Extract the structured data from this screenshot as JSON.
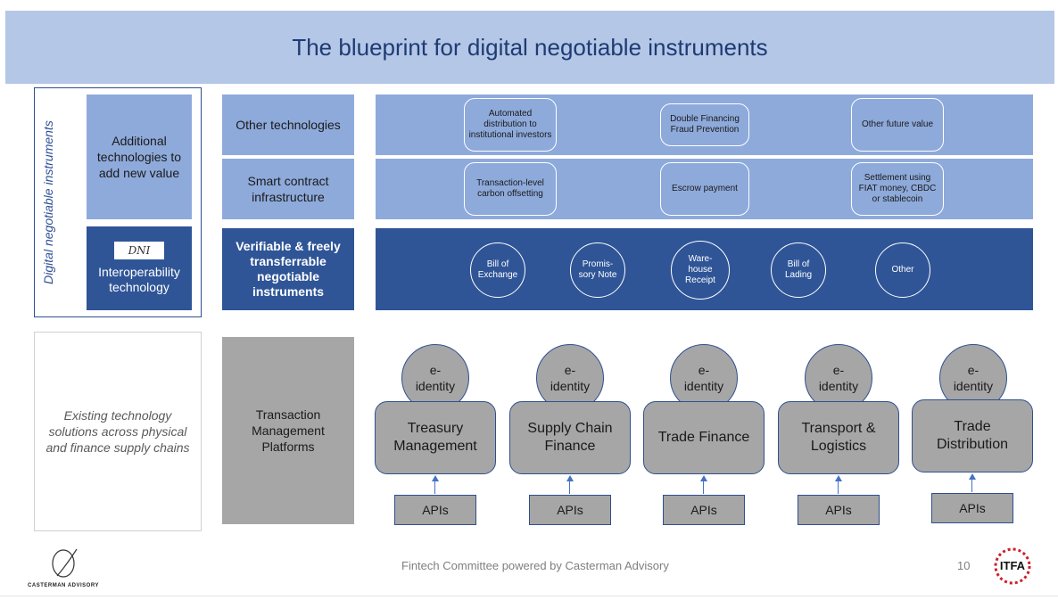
{
  "title": "The blueprint for digital negotiable instruments",
  "side_label": "Digital negotiable instruments",
  "left_top_label": "Additional technologies to add new value",
  "dni_logo": "DNI",
  "left_interop_label": "Interoperability technology",
  "existing_label": "Existing technology solutions across physical and finance supply chains",
  "rows": {
    "other_tech": "Other technologies",
    "smart_contract": "Smart contract infrastructure",
    "verifiable": "Verifiable & freely transferrable negotiable instruments",
    "tmp": "Transaction Management Platforms"
  },
  "other_tech_items": [
    "Automated distribution to institutional investors",
    "Double Financing Fraud Prevention",
    "Other future value"
  ],
  "smart_contract_items": [
    "Transaction-level carbon offsetting",
    "Escrow payment",
    "Settlement using FIAT money, CBDC or stablecoin"
  ],
  "instruments": [
    "Bill of Exchange",
    "Promis-sory Note",
    "Ware-house Receipt",
    "Bill of Lading",
    "Other"
  ],
  "platforms": [
    {
      "eid": "e-identity",
      "name": "Treasury Management",
      "api": "APIs"
    },
    {
      "eid": "e-identity",
      "name": "Supply Chain Finance",
      "api": "APIs"
    },
    {
      "eid": "e-identity",
      "name": "Trade Finance",
      "api": "APIs"
    },
    {
      "eid": "e-identity",
      "name": "Transport & Logistics",
      "api": "APIs"
    },
    {
      "eid": "e-identity",
      "name": "Trade Distribution",
      "api": "APIs"
    }
  ],
  "footer": {
    "logo_text": "CASTERMAN ADVISORY",
    "credit": "Fintech Committee powered by Casterman Advisory",
    "page_number": "10",
    "itfa_logo": "ITFA"
  }
}
